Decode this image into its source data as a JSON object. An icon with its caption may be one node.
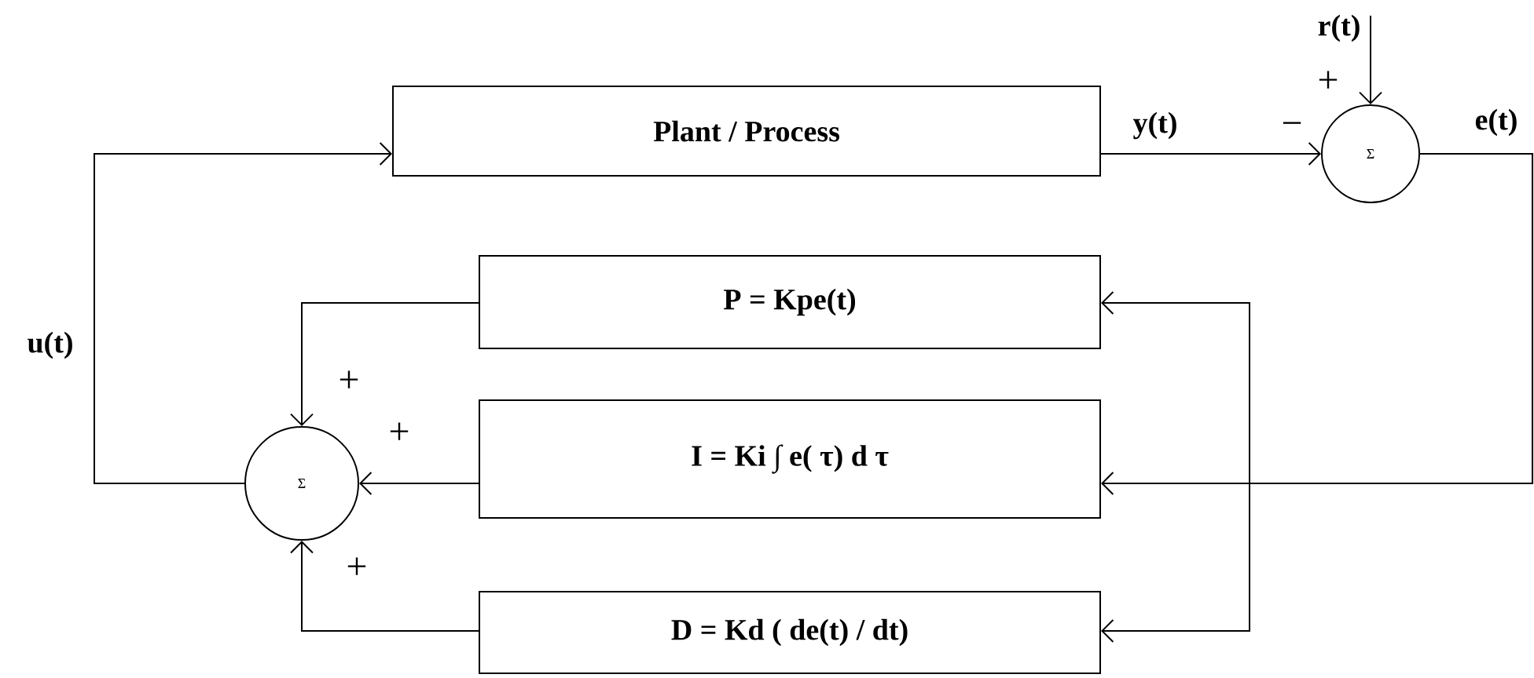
{
  "diagram": {
    "nodes": [
      {
        "text": [
          "Plant / Process"
        ]
      },
      {
        "text": [
          "Σ"
        ]
      },
      {
        "text": [
          "P = Kpe(t)"
        ]
      },
      {
        "text": [
          "I = Ki ∫ e( τ) d τ"
        ]
      },
      {
        "text": [
          "D = Kd ( de(t) / dt)"
        ]
      },
      {
        "text": [
          "Σ"
        ]
      }
    ],
    "edges": [
      {
        "from": 5,
        "to": 0,
        "arrow": "to",
        "label": "u(t)"
      },
      {
        "from": 0,
        "to": 1,
        "arrow": "to",
        "label": "y(t)"
      },
      {
        "from": null,
        "to": 1,
        "arrow": "to",
        "label": "r(t)"
      },
      {
        "from": 1,
        "to": 3,
        "arrow": "to",
        "label": "e(t)"
      },
      {
        "from": 1,
        "to": 2,
        "arrow": "to"
      },
      {
        "from": 1,
        "to": 4,
        "arrow": "to"
      },
      {
        "from": 2,
        "to": 5,
        "arrow": "to"
      },
      {
        "from": 3,
        "to": 5,
        "arrow": "to"
      },
      {
        "from": 4,
        "to": 5,
        "arrow": "to"
      }
    ],
    "labels": [
      "+",
      "−",
      "+",
      "+",
      "+"
    ]
  }
}
